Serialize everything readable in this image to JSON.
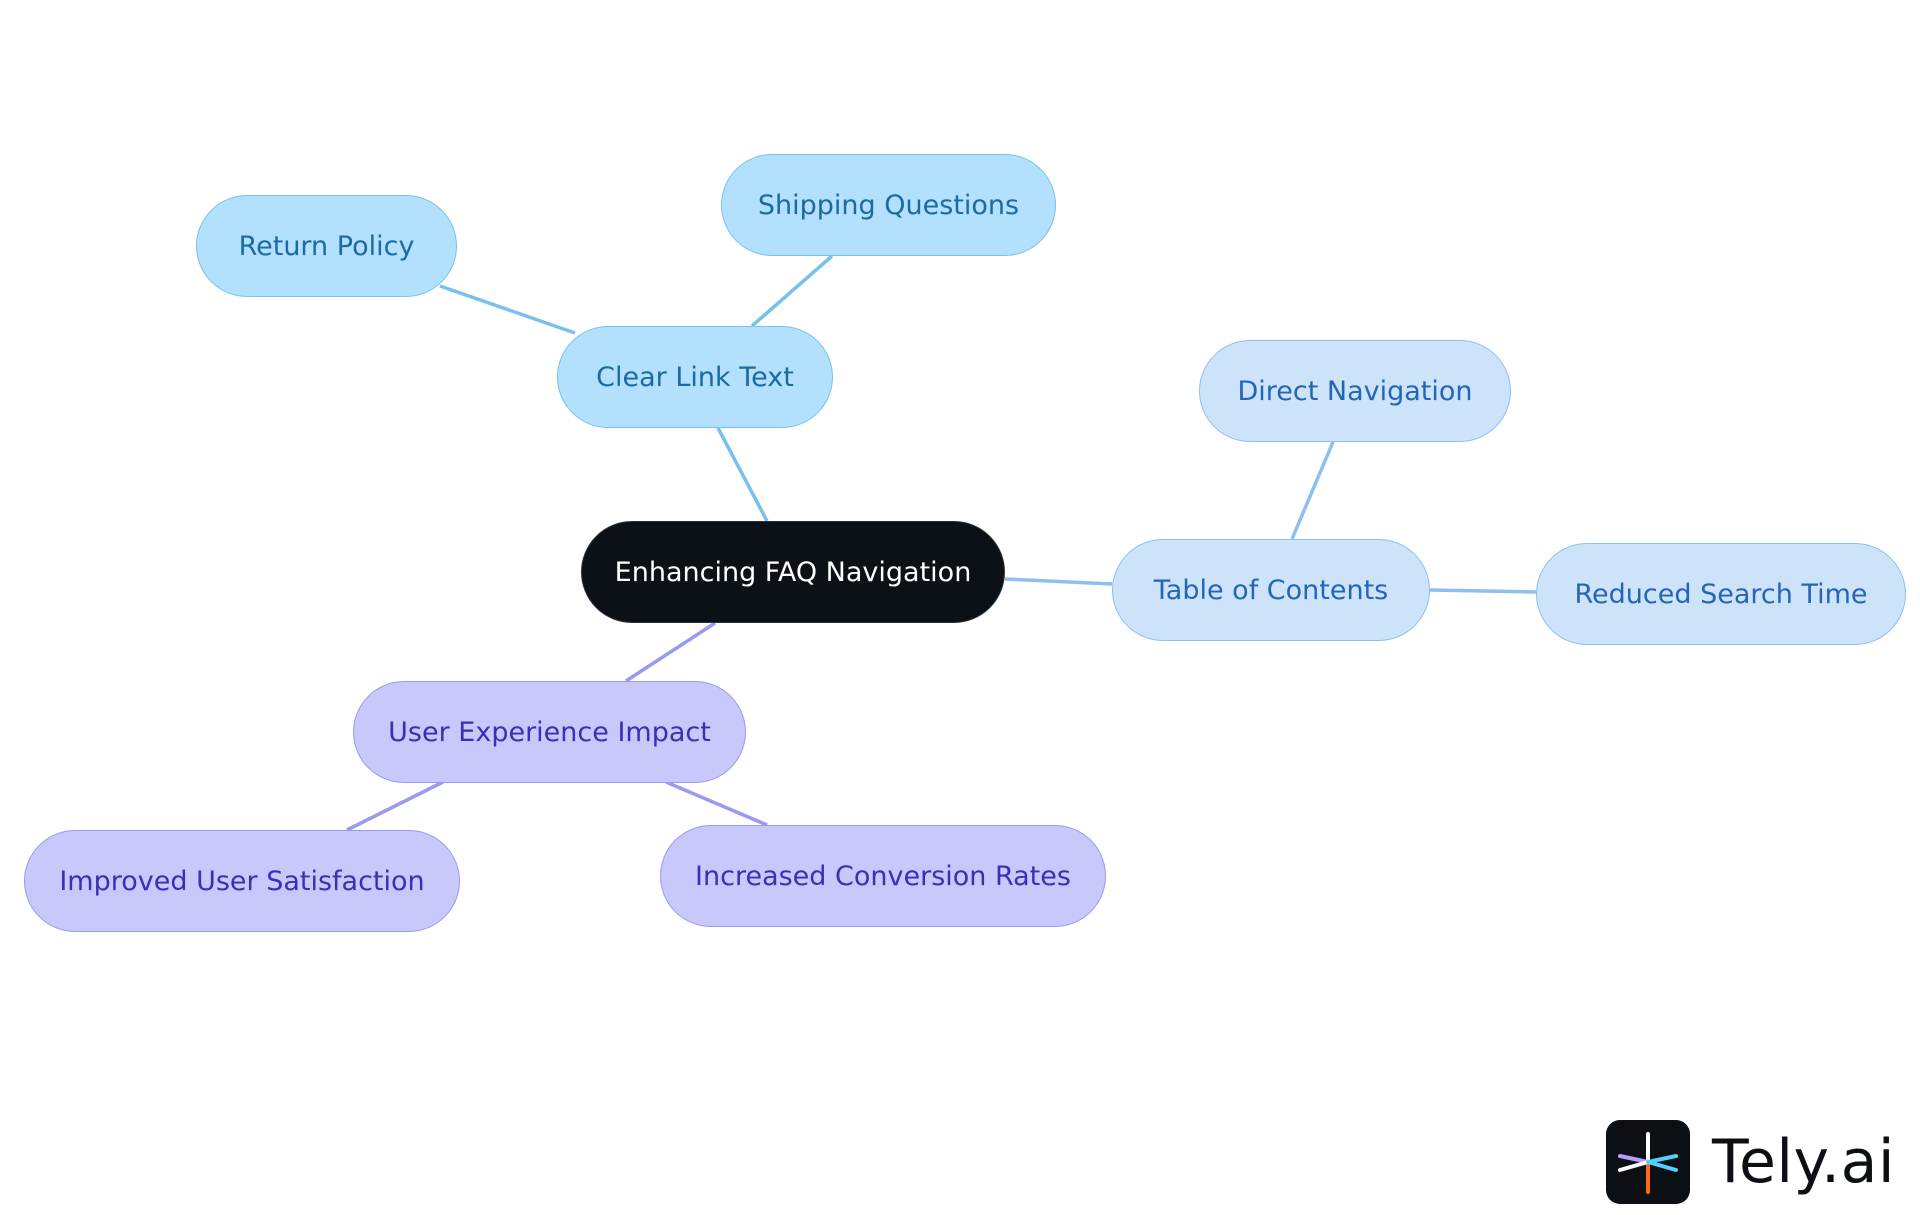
{
  "diagram": {
    "type": "mind-map",
    "root": {
      "label": "Enhancing FAQ Navigation"
    },
    "branches": [
      {
        "label": "Clear Link Text",
        "color": "#79c0ec",
        "children": [
          {
            "label": "Return Policy"
          },
          {
            "label": "Shipping Questions"
          }
        ]
      },
      {
        "label": "Table of Contents",
        "color": "#8fbef0",
        "children": [
          {
            "label": "Direct Navigation"
          },
          {
            "label": "Reduced Search Time"
          }
        ]
      },
      {
        "label": "User Experience Impact",
        "color": "#9a9af0",
        "children": [
          {
            "label": "Improved User Satisfaction"
          },
          {
            "label": "Increased Conversion Rates"
          }
        ]
      }
    ]
  },
  "brand": {
    "name": "Tely.ai",
    "colors": {
      "root_fill": "#0c1118",
      "branch1_fill": "#b3e0fd",
      "branch2_fill": "#cde3fa",
      "branch3_fill": "#c8c8fb"
    }
  }
}
